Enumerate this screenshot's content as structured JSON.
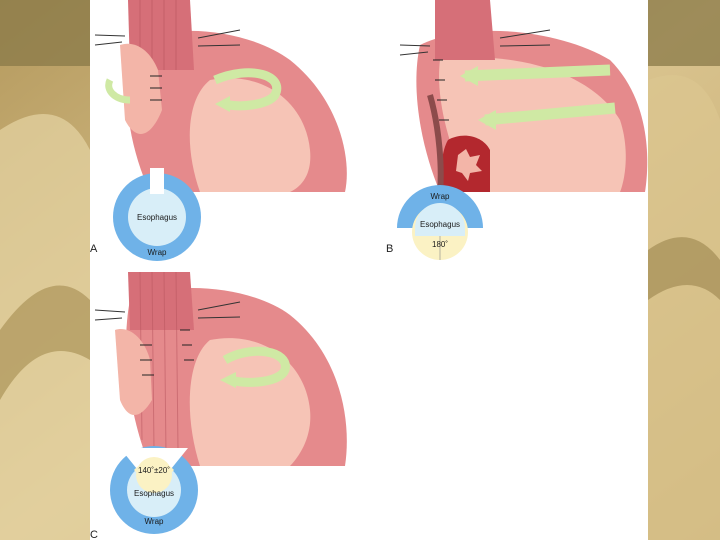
{
  "panels": [
    {
      "letter": "A",
      "top_label": "Esophagus",
      "bottom_label": "Wrap"
    },
    {
      "letter": "B",
      "top_label": "Wrap",
      "middle_label": "Esophagus",
      "bottom_label": "180˚"
    },
    {
      "letter": "C",
      "top_label": "140˚±20˚",
      "middle_label": "Esophagus",
      "bottom_label": "Wrap"
    }
  ],
  "colors": {
    "background_gold": "#cbb27a",
    "background_dark": "#6f6136",
    "stomach": "#e58a8c",
    "stomach_light": "#f6c4b6",
    "esophagus": "#d66f78",
    "arrow": "#cfe9a4",
    "wrap_blue": "#6fb2e8",
    "esophagus_fill": "#d8eef8",
    "angle_fill": "#fbf2c4",
    "mucosa_red": "#b3282e"
  },
  "icons": [
    "rotation-arrow-icon",
    "suture-icon"
  ]
}
